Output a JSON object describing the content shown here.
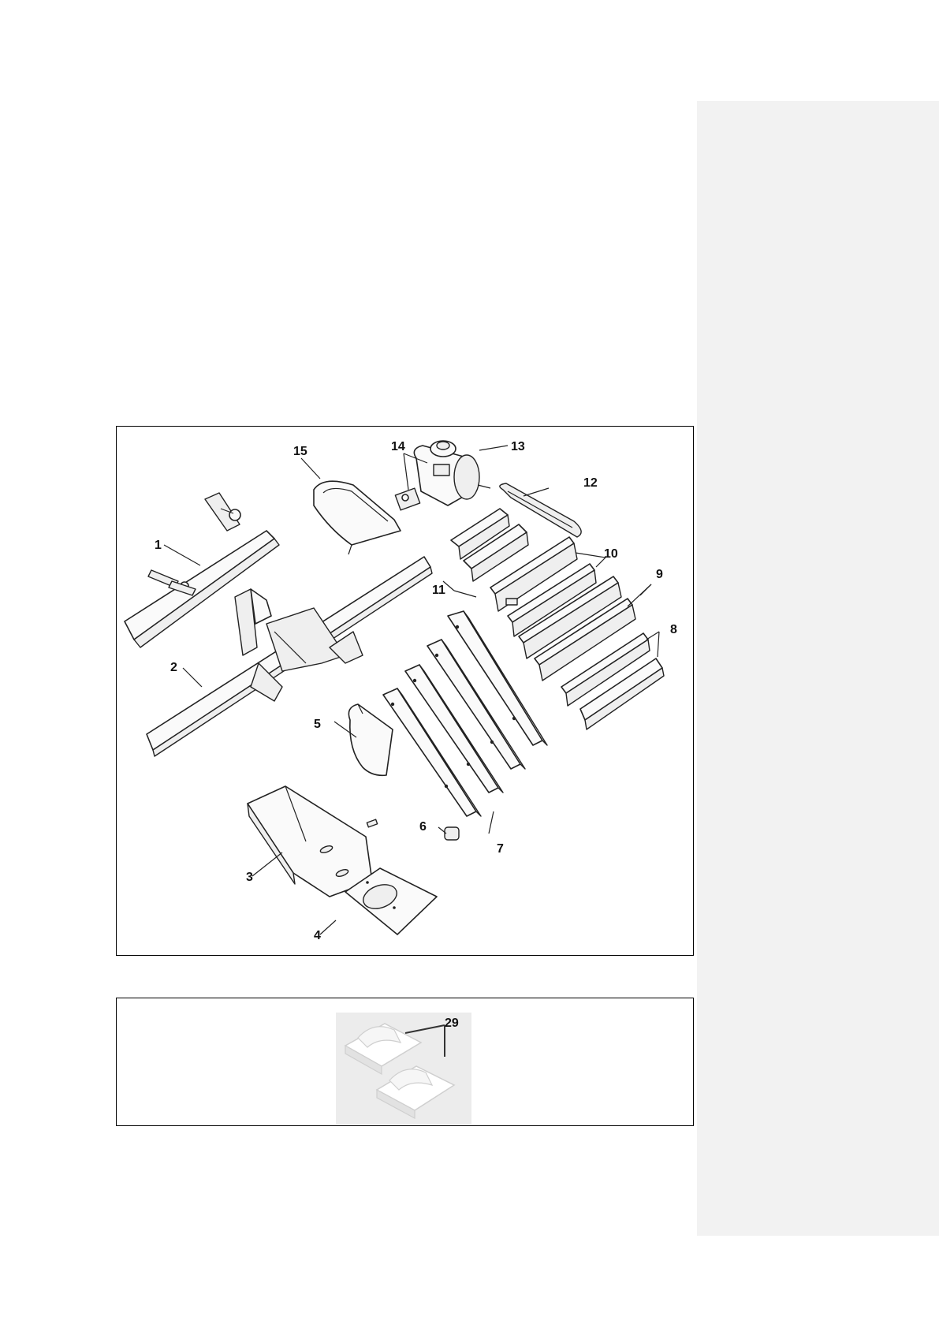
{
  "figure_main": {
    "callouts": [
      "1",
      "2",
      "3",
      "4",
      "5",
      "6",
      "7",
      "8",
      "9",
      "10",
      "11",
      "12",
      "13",
      "14",
      "15"
    ]
  },
  "figure_small": {
    "callouts": [
      "29"
    ]
  }
}
